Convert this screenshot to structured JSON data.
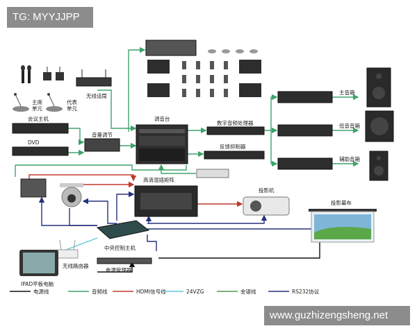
{
  "overlays": {
    "tg": "TG: MYYJJPP",
    "site": "www.guzhizengsheng.net"
  },
  "labels": {
    "wireless_mic": "无线话筒",
    "chair_unit": "主席\n单元",
    "delegate_unit": "代表\n单元",
    "conf_host": "会议主机",
    "dvd": "DVD",
    "volume": "音量调节",
    "mixer": "调音台",
    "dsp": "数字音频处理器",
    "feedback": "反馈抑制器",
    "hd_matrix": "高清混插矩阵",
    "projector": "投影机",
    "screen": "投影幕布",
    "main_spk": "主音箱",
    "sub_spk": "低音音箱",
    "aux_spk": "辅助音箱",
    "central": "中央控制主机",
    "router": "无线路由器",
    "power_mgr": "电源管理器",
    "ipad": "IPAD平板电脑"
  },
  "legend": [
    {
      "label": "电源线",
      "color": "#111111"
    },
    {
      "label": "音频线",
      "color": "#3fa36b"
    },
    {
      "label": "HDMI信号线",
      "color": "#c0392b"
    },
    {
      "label": "24VZG",
      "color": "#5ec8d8"
    },
    {
      "label": "金银线",
      "color": "#4a9a52"
    },
    {
      "label": "RS232协议",
      "color": "#24307a"
    }
  ],
  "colors": {
    "audio": "#3fa36b",
    "hdmi": "#c0392b",
    "rs232": "#24307a",
    "power": "#111111",
    "cyan": "#5ec8d8"
  }
}
